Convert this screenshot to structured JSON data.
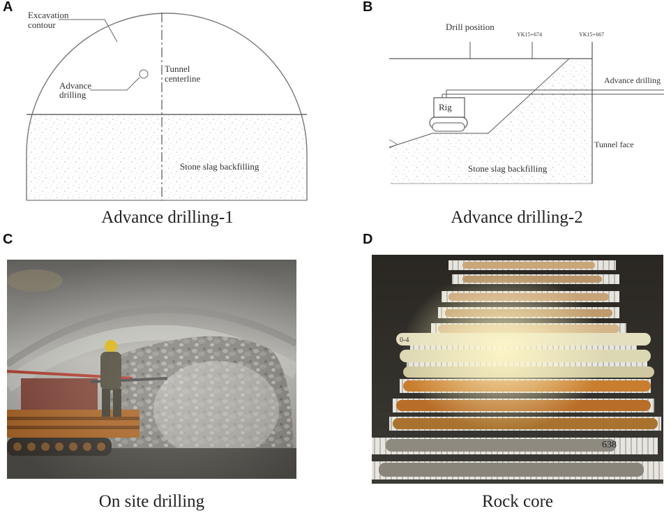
{
  "panels": {
    "a": {
      "letter": "A",
      "caption": "Advance drilling-1",
      "labels": {
        "excavation_1": "Excavation",
        "excavation_2": "contour",
        "centerline_1": "Tunnel",
        "centerline_2": "centerline",
        "advance_1": "Advance",
        "advance_2": "drilling",
        "backfill": "Stone slag backfilling"
      }
    },
    "b": {
      "letter": "B",
      "caption": "Advance drilling-2",
      "labels": {
        "drill_position": "Drill position",
        "station_1": "YK15+674",
        "station_2": "YK15+667",
        "advance_drilling": "Advance drilling",
        "rig": "Rig",
        "tunnel_face": "Tunnel face",
        "backfill": "Stone slag backfilling"
      }
    },
    "c": {
      "letter": "C",
      "caption": "On site drilling"
    },
    "d": {
      "letter": "D",
      "caption": "Rock core",
      "tray_labels": {
        "label_1": "0-4",
        "label_2": "638"
      }
    }
  }
}
